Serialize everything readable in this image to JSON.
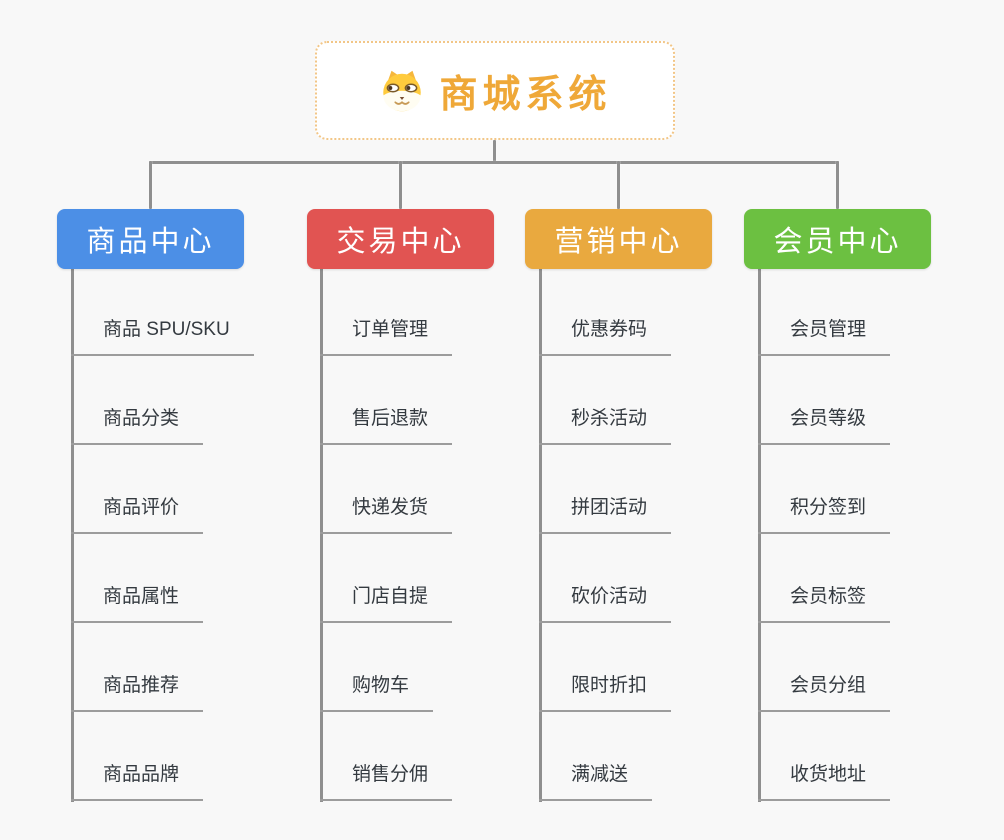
{
  "root": {
    "title": "商城系统",
    "icon": "shiba-logo-icon"
  },
  "colors": {
    "background": "#f8f8f8",
    "root_text": "#efa838",
    "root_border": "#f2c687",
    "connector": "#8f8f8f",
    "underline": "#9c9c9c",
    "item_text": "#343a40"
  },
  "branches": [
    {
      "label": "商品中心",
      "color": "#4c8fe6",
      "items": [
        "商品 SPU/SKU",
        "商品分类",
        "商品评价",
        "商品属性",
        "商品推荐",
        "商品品牌"
      ]
    },
    {
      "label": "交易中心",
      "color": "#e15452",
      "items": [
        "订单管理",
        "售后退款",
        "快递发货",
        "门店自提",
        "购物车",
        "销售分佣"
      ]
    },
    {
      "label": "营销中心",
      "color": "#e9a93f",
      "items": [
        "优惠券码",
        "秒杀活动",
        "拼团活动",
        "砍价活动",
        "限时折扣",
        "满减送"
      ]
    },
    {
      "label": "会员中心",
      "color": "#6cc041",
      "items": [
        "会员管理",
        "会员等级",
        "积分签到",
        "会员标签",
        "会员分组",
        "收货地址"
      ]
    }
  ]
}
